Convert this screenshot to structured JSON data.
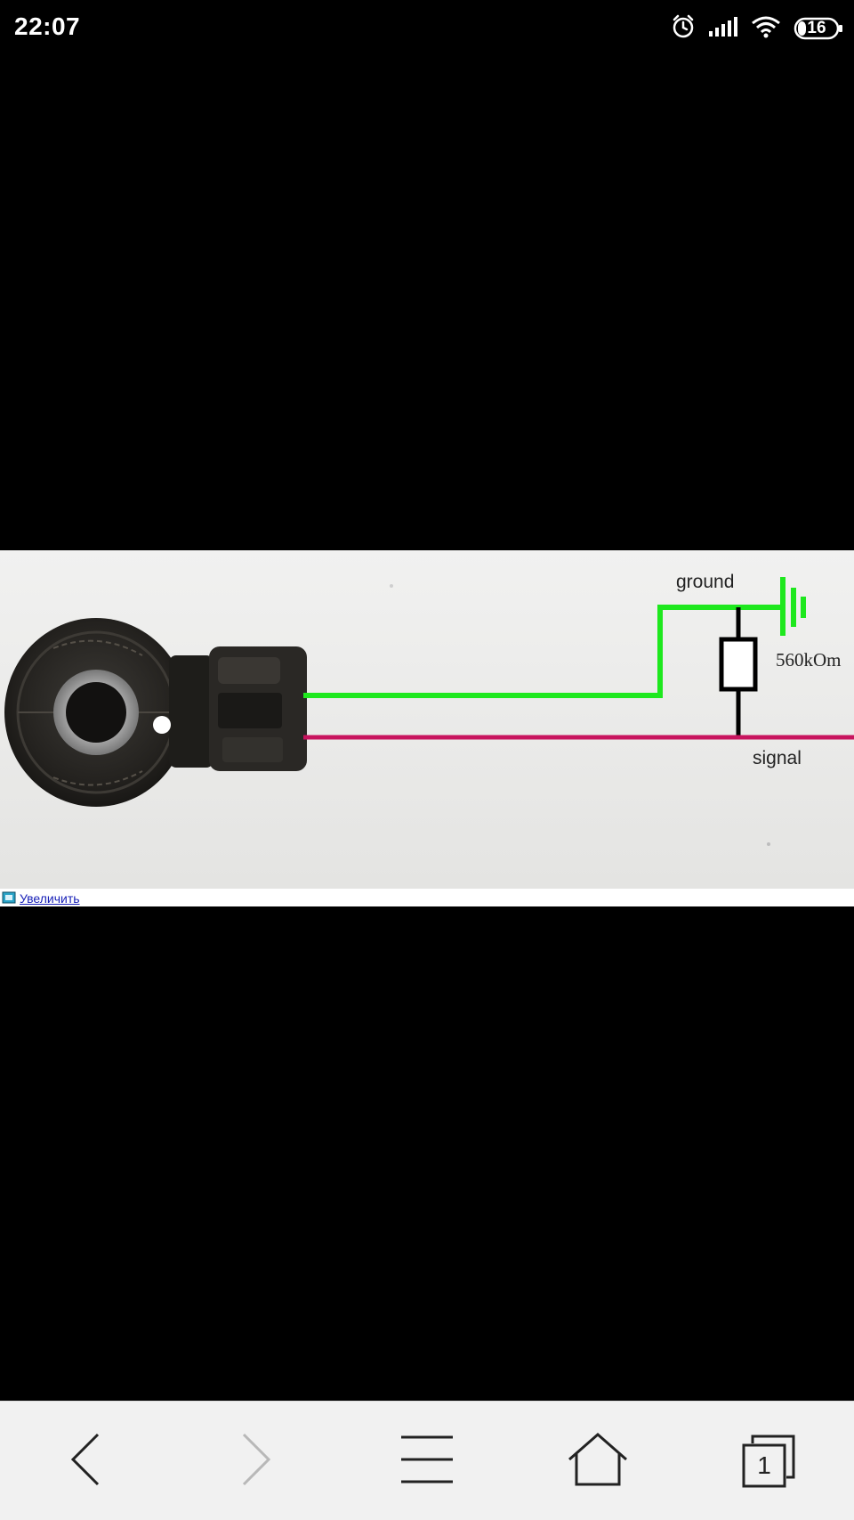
{
  "status_bar": {
    "time": "22:07",
    "battery_level": "16",
    "icons": [
      "alarm-icon",
      "signal-icon",
      "wifi-icon",
      "battery-icon"
    ]
  },
  "image": {
    "labels": {
      "ground": "ground",
      "resistor": "560kOm",
      "signal": "signal"
    },
    "colors": {
      "ground_wire": "#1ee81e",
      "signal_wire": "#c8145e",
      "background": "#e9e9e7"
    },
    "enlarge_link": "Увеличить"
  },
  "nav_bar": {
    "tabs_count": "1",
    "icons": [
      "back-icon",
      "forward-icon",
      "menu-icon",
      "home-icon",
      "tabs-icon"
    ]
  }
}
